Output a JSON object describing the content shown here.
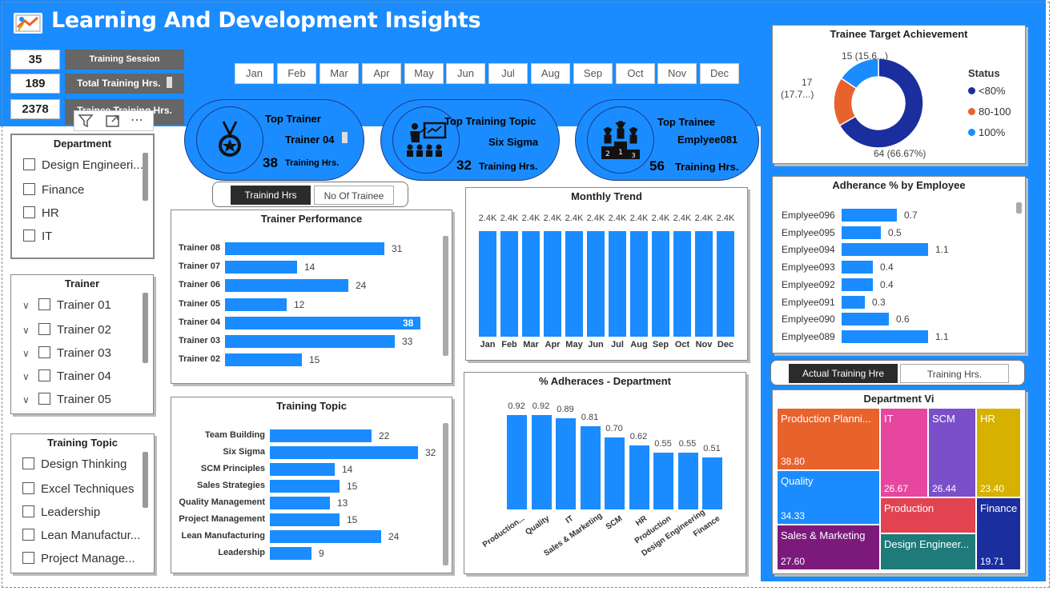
{
  "title": "Learning And Development Insights",
  "kpis": [
    {
      "value": "35",
      "label": "Training Session"
    },
    {
      "value": "189",
      "label": "Total Training Hrs."
    },
    {
      "value": "2378",
      "label": "Trainee Training Hrs."
    }
  ],
  "months": [
    "Jan",
    "Feb",
    "Mar",
    "Apr",
    "May",
    "Jun",
    "Jul",
    "Aug",
    "Sep",
    "Oct",
    "Nov",
    "Dec"
  ],
  "top_trainer": {
    "title": "Top Trainer",
    "name": "Trainer 04",
    "value": "38",
    "unit": "Training Hrs."
  },
  "top_topic": {
    "title": "Top Training Topic",
    "name": "Six Sigma",
    "value": "32",
    "unit": "Training Hrs."
  },
  "top_trainee": {
    "title": "Top Trainee",
    "name": "Emplyee081",
    "value": "56",
    "unit": "Training Hrs."
  },
  "slicer_department": {
    "title": "Department",
    "items": [
      "Design Engineeri...",
      "Finance",
      "HR",
      "IT"
    ]
  },
  "slicer_trainer": {
    "title": "Trainer",
    "items": [
      "Trainer 01",
      "Trainer 02",
      "Trainer 03",
      "Trainer 04",
      "Trainer 05"
    ]
  },
  "slicer_topic": {
    "title": "Training Topic",
    "items": [
      "Design Thinking",
      "Excel Techniques",
      "Leadership",
      "Lean Manufactur...",
      "Project Manage..."
    ]
  },
  "toggle_left": {
    "on": "Trainind Hrs",
    "off": "No Of Trainee"
  },
  "toggle_right": {
    "on": "Actual Training Hre",
    "off": "Training Hrs."
  },
  "trainer_perf": {
    "title": "Trainer Performance",
    "labels": [
      "Trainer 08",
      "Trainer 07",
      "Trainer 06",
      "Trainer 05",
      "Trainer 04",
      "Trainer 03",
      "Trainer 02"
    ],
    "values": [
      31,
      14,
      24,
      12,
      38,
      33,
      15
    ]
  },
  "training_topic": {
    "title": "Training Topic",
    "labels": [
      "Team Building",
      "Six Sigma",
      "SCM Principles",
      "Sales Strategies",
      "Quality Management",
      "Project Management",
      "Lean Manufacturing",
      "Leadership"
    ],
    "values": [
      22,
      32,
      14,
      15,
      13,
      15,
      24,
      9
    ]
  },
  "monthly_trend": {
    "title": "Monthly Trend",
    "labels": [
      "Jan",
      "Feb",
      "Mar",
      "Apr",
      "May",
      "Jun",
      "Jul",
      "Aug",
      "Sep",
      "Oct",
      "Nov",
      "Dec"
    ],
    "value_labels": [
      "2.4K",
      "2.4K",
      "2.4K",
      "2.4K",
      "2.4K",
      "2.4K",
      "2.4K",
      "2.4K",
      "2.4K",
      "2.4K",
      "2.4K",
      "2.4K"
    ]
  },
  "adherence_dept": {
    "title": "% Adheraces - Department",
    "labels": [
      "Production...",
      "Quality",
      "IT",
      "Sales & Marketing",
      "SCM",
      "HR",
      "Production",
      "Design Engineering",
      "Finance"
    ],
    "values": [
      0.92,
      0.92,
      0.89,
      0.81,
      0.7,
      0.62,
      0.55,
      0.55,
      0.51
    ],
    "value_labels": [
      "0.92",
      "0.92",
      "0.89",
      "0.81",
      "0.70",
      "0.62",
      "0.55",
      "0.55",
      "0.51"
    ]
  },
  "target": {
    "title": "Trainee Target Achievement",
    "legend_title": "Status",
    "legend": [
      "<80%",
      "80-100",
      "100%"
    ],
    "colors": [
      "#1a2e9e",
      "#e8622c",
      "#1a8cff"
    ],
    "values": [
      64,
      17,
      15
    ],
    "labels": [
      "64 (66.67%)",
      "17",
      "(17.7...)",
      "15 (15.6...)"
    ]
  },
  "adherence_emp": {
    "title": "Adherance % by Employee",
    "labels": [
      "Emplyee096",
      "Emplyee095",
      "Emplyee094",
      "Emplyee093",
      "Emplyee092",
      "Emplyee091",
      "Emplyee090",
      "Emplyee089"
    ],
    "values": [
      0.7,
      0.5,
      1.1,
      0.4,
      0.4,
      0.3,
      0.6,
      1.1
    ],
    "value_labels": [
      "0.7",
      "0.5",
      "1.1",
      "0.4",
      "0.4",
      "0.3",
      "0.6",
      "1.1"
    ]
  },
  "dept_tree": {
    "title": "Department Vi",
    "items": [
      {
        "label": "Production Planni...",
        "value": "38.80",
        "color": "#e8622c"
      },
      {
        "label": "IT",
        "value": "26.67",
        "color": "#e6469e"
      },
      {
        "label": "SCM",
        "value": "26.44",
        "color": "#7b4fc9"
      },
      {
        "label": "HR",
        "value": "23.40",
        "color": "#d6b100"
      },
      {
        "label": "Quality",
        "value": "34.33",
        "color": "#1a8cff"
      },
      {
        "label": "Production",
        "value": "",
        "color": "#e14351"
      },
      {
        "label": "Finance",
        "value": "19.71",
        "color": "#1a2e9e"
      },
      {
        "label": "Sales & Marketing",
        "value": "27.60",
        "color": "#7b1a7b"
      },
      {
        "label": "Design Engineer...",
        "value": "",
        "color": "#1f7a7a"
      }
    ]
  }
}
